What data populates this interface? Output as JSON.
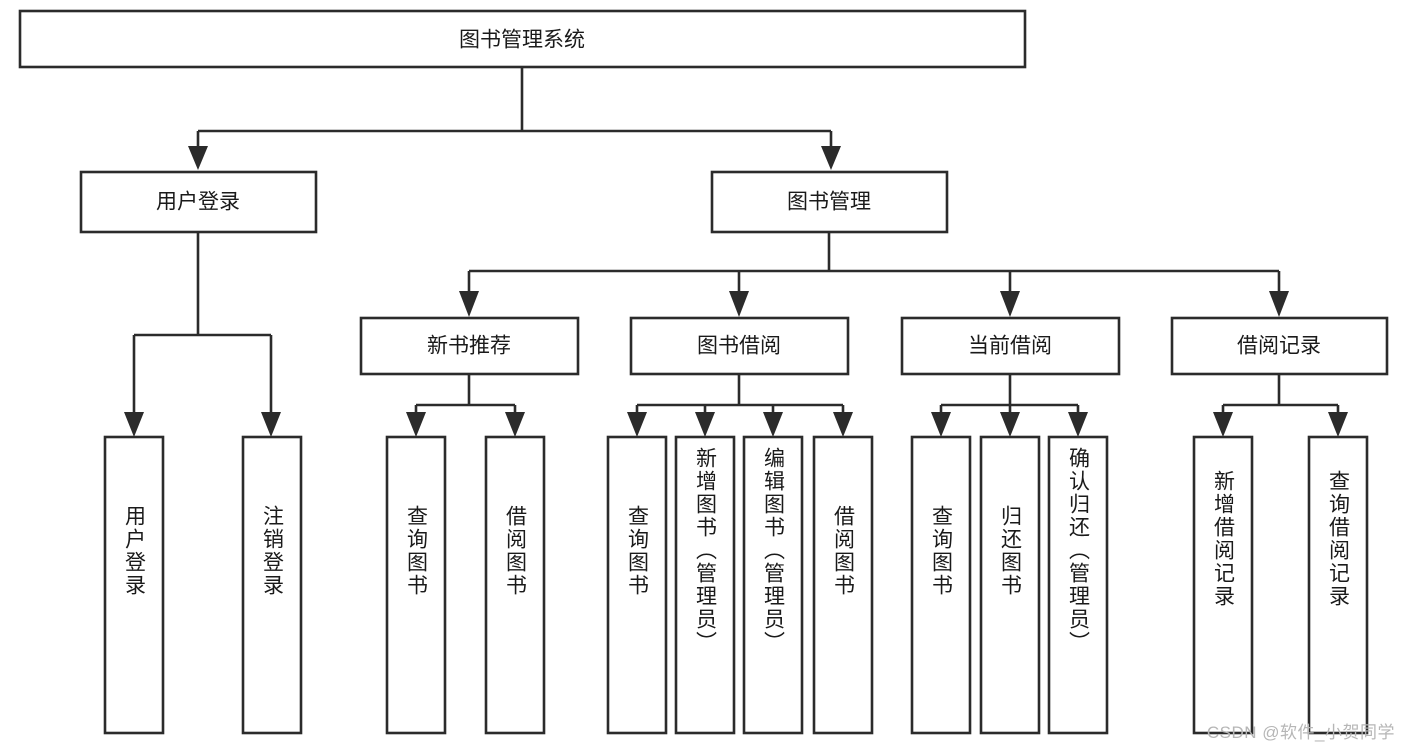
{
  "diagram": {
    "title": "图书管理系统",
    "type": "tree-hierarchy-flowchart",
    "root": {
      "label": "图书管理系统"
    },
    "level2": [
      {
        "id": "user-login",
        "label": "用户登录"
      },
      {
        "id": "book-management",
        "label": "图书管理"
      }
    ],
    "level3": [
      {
        "id": "new-book-recommend",
        "label": "新书推荐",
        "parent": "book-management"
      },
      {
        "id": "book-borrow",
        "label": "图书借阅",
        "parent": "book-management"
      },
      {
        "id": "current-borrow",
        "label": "当前借阅",
        "parent": "book-management"
      },
      {
        "id": "borrow-record",
        "label": "借阅记录",
        "parent": "book-management"
      }
    ],
    "leaves": [
      {
        "id": "leaf-user-login",
        "label": "用户登录",
        "parent": "user-login"
      },
      {
        "id": "leaf-logout-login",
        "label": "注销登录",
        "parent": "user-login"
      },
      {
        "id": "leaf-query-book-1",
        "label": "查询图书",
        "parent": "new-book-recommend"
      },
      {
        "id": "leaf-borrow-book-1",
        "label": "借阅图书",
        "parent": "new-book-recommend"
      },
      {
        "id": "leaf-query-book-2",
        "label": "查询图书",
        "parent": "book-borrow"
      },
      {
        "id": "leaf-add-book",
        "label": "新增图书（管理员）",
        "parent": "book-borrow"
      },
      {
        "id": "leaf-edit-book",
        "label": "编辑图书（管理员）",
        "parent": "book-borrow"
      },
      {
        "id": "leaf-borrow-book-2",
        "label": "借阅图书",
        "parent": "book-borrow"
      },
      {
        "id": "leaf-query-book-3",
        "label": "查询图书",
        "parent": "current-borrow"
      },
      {
        "id": "leaf-return-book",
        "label": "归还图书",
        "parent": "current-borrow"
      },
      {
        "id": "leaf-confirm-return",
        "label": "确认归还（管理员）",
        "parent": "current-borrow"
      },
      {
        "id": "leaf-add-record",
        "label": "新增借阅记录",
        "parent": "borrow-record"
      },
      {
        "id": "leaf-query-record",
        "label": "查询借阅记录",
        "parent": "borrow-record"
      }
    ]
  },
  "watermark": {
    "text": "CSDN @软件_小贺同学"
  },
  "colors": {
    "stroke": "#2b2b2b",
    "fill": "#ffffff",
    "text": "#1a1a1a",
    "watermark": "#b6b6b6"
  }
}
